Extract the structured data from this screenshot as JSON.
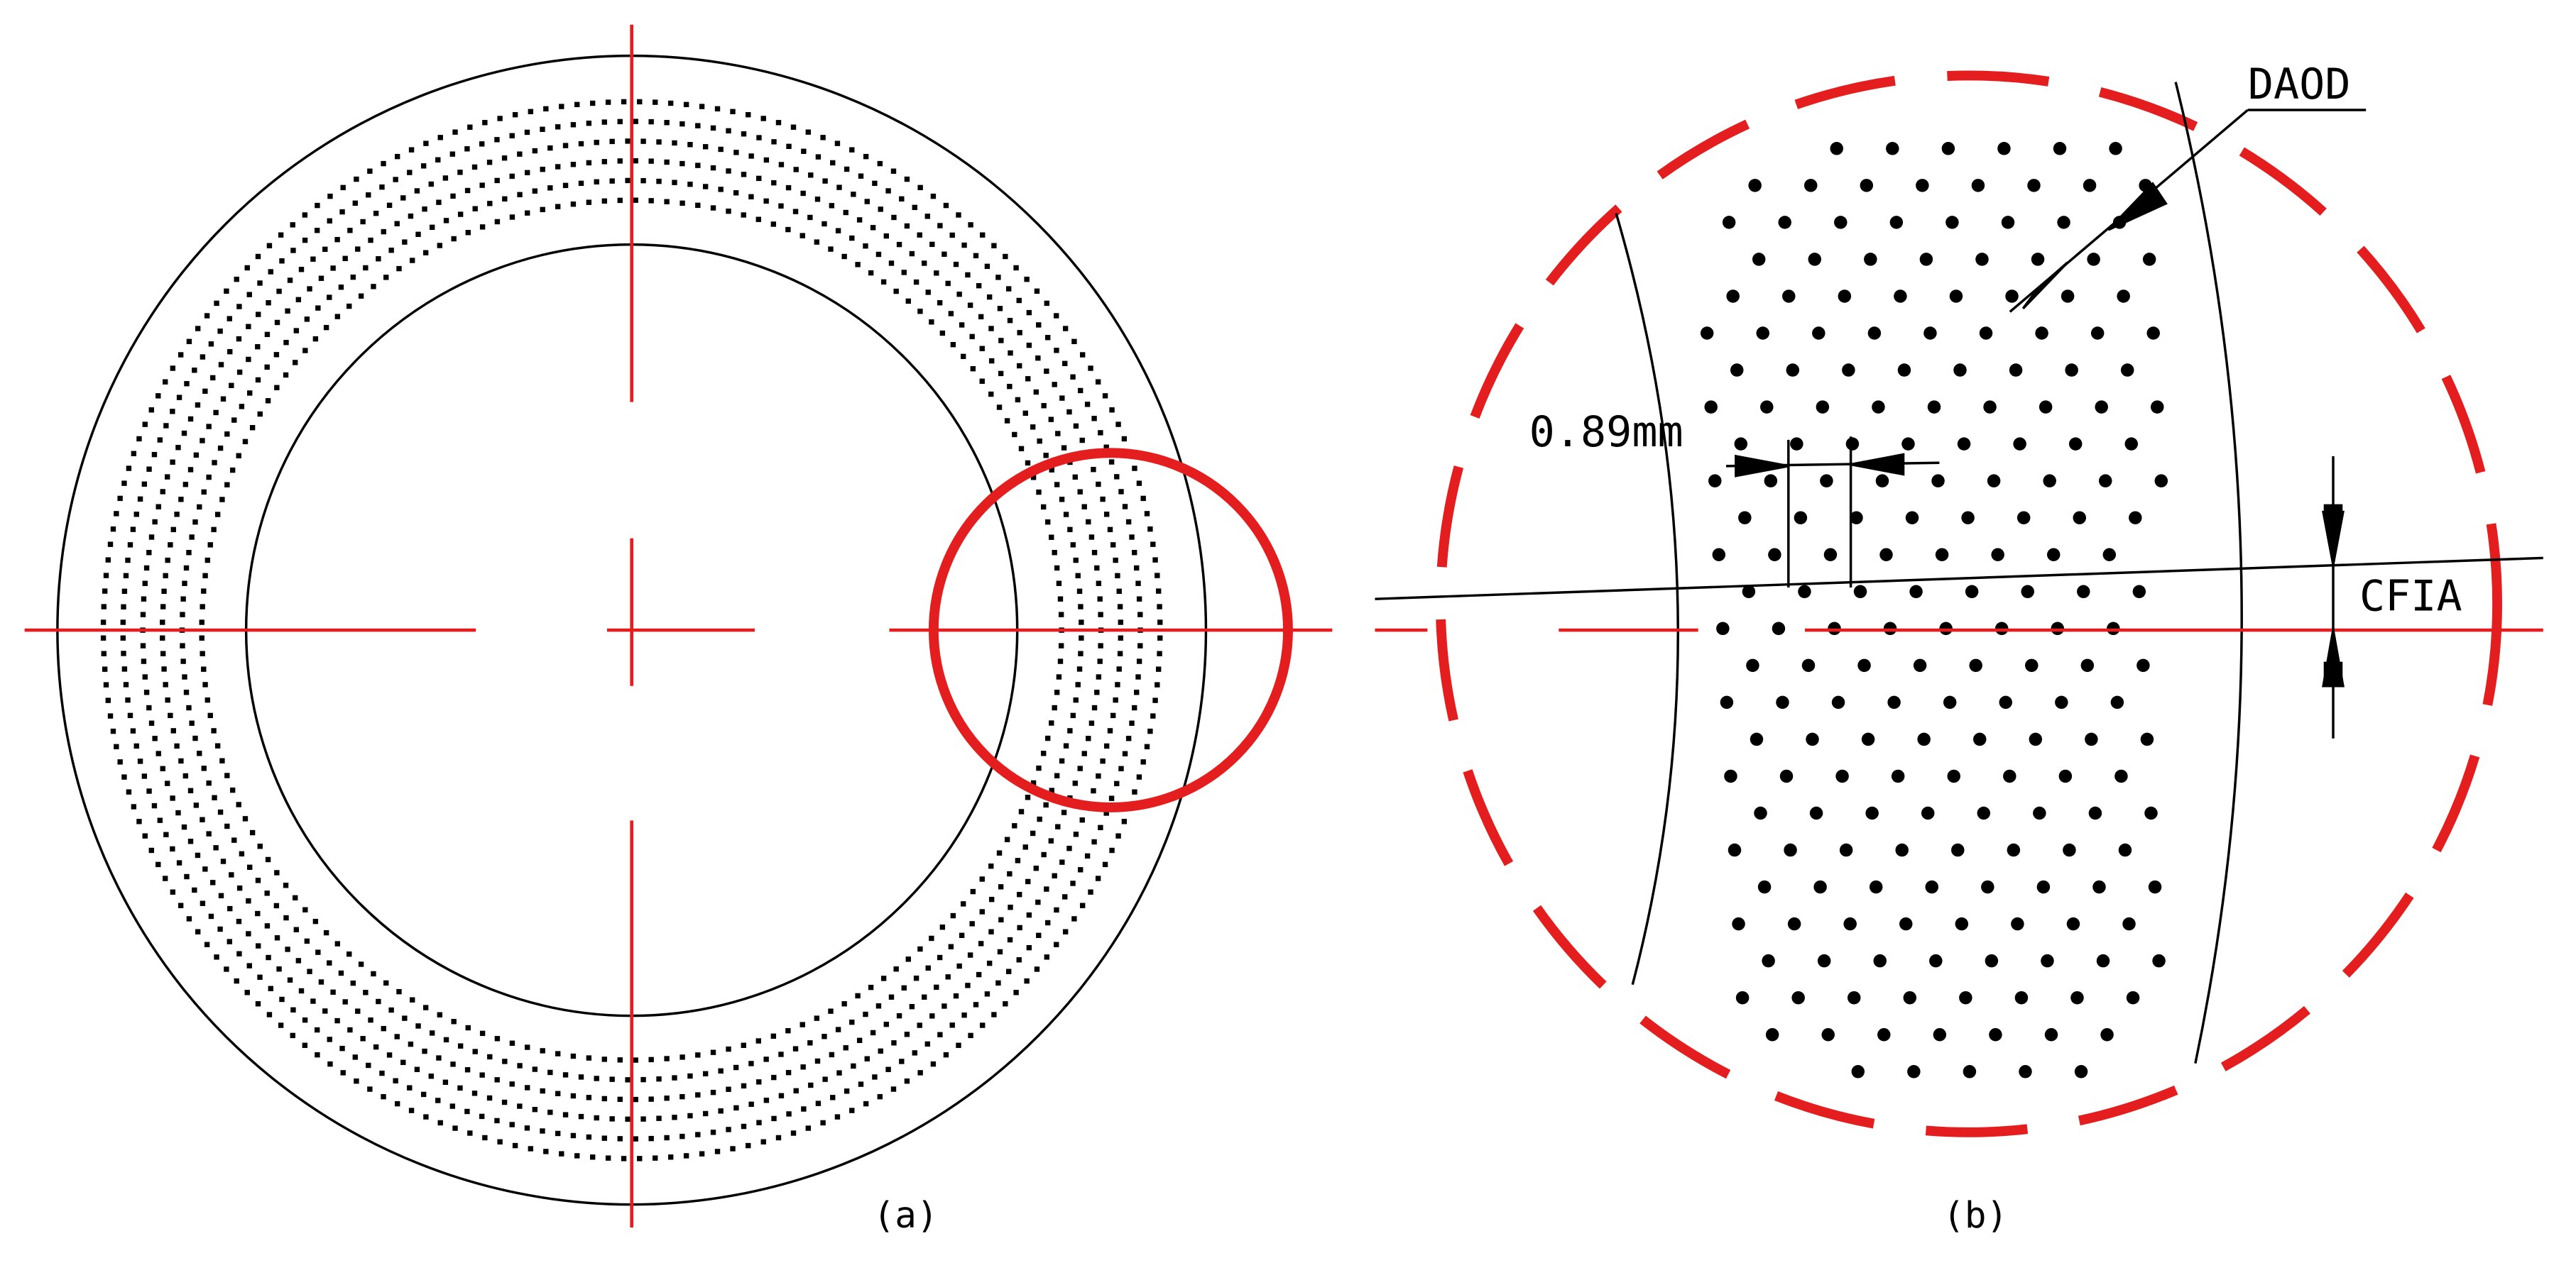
{
  "panel_a": {
    "caption": "(a)"
  },
  "panel_b": {
    "caption": "(b)",
    "labels": {
      "pitch": "0.89mm",
      "hole_diameter": "DAOD",
      "inclination": "CFIA"
    }
  },
  "colors": {
    "outline": "#000000",
    "centerline": "#e41e1e",
    "highlight": "#e41e1e",
    "dots": "#000000",
    "background": "#ffffff"
  }
}
